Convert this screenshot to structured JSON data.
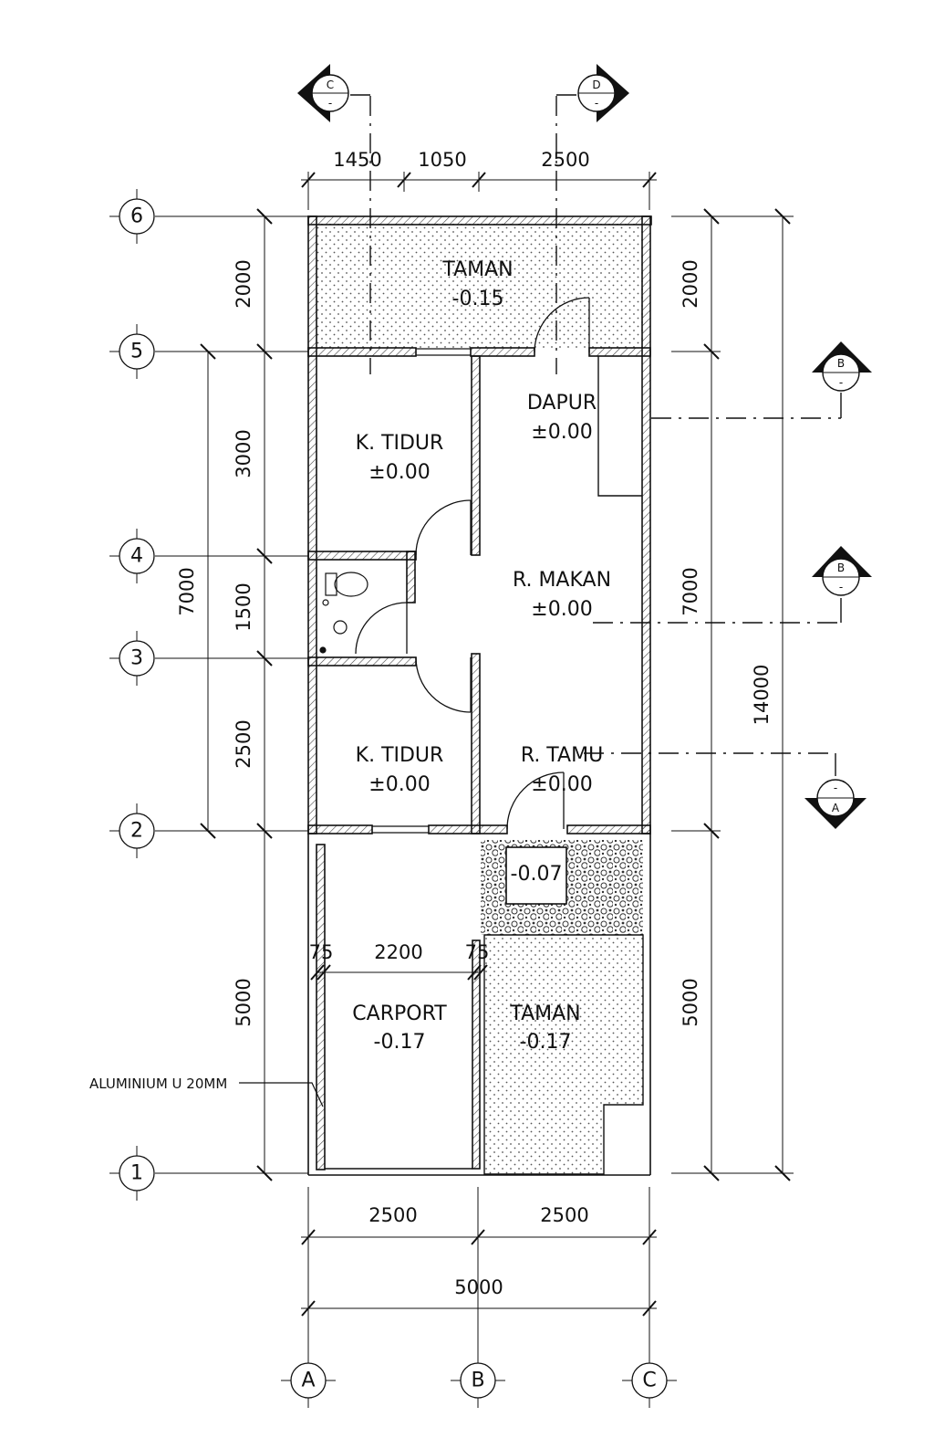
{
  "grid": {
    "rows": [
      "6",
      "5",
      "4",
      "3",
      "2",
      "1"
    ],
    "cols": [
      "A",
      "B",
      "C"
    ]
  },
  "rooms": {
    "taman_top": {
      "name": "TAMAN",
      "level": "-0.15"
    },
    "dapur": {
      "name": "DAPUR",
      "level": "±0.00"
    },
    "k_tidur_1": {
      "name": "K. TIDUR",
      "level": "±0.00"
    },
    "r_makan": {
      "name": "R. MAKAN",
      "level": "±0.00"
    },
    "k_tidur_2": {
      "name": "K. TIDUR",
      "level": "±0.00"
    },
    "r_tamu": {
      "name": "R. TAMU",
      "level": "±0.00"
    },
    "teras": {
      "level": "-0.07"
    },
    "carport": {
      "name": "CARPORT",
      "level": "-0.17"
    },
    "taman_front": {
      "name": "TAMAN",
      "level": "-0.17"
    }
  },
  "dimensions": {
    "top": [
      "1450",
      "1050",
      "2500"
    ],
    "left_inner": [
      "2000",
      "3000",
      "1500",
      "2500",
      "5000"
    ],
    "left_outer": "7000",
    "right_inner": [
      "2000",
      "7000",
      "5000"
    ],
    "right_outer": "14000",
    "bottom": [
      "2500",
      "2500"
    ],
    "bottom_total": "5000",
    "carport": [
      "75",
      "2200",
      "75"
    ]
  },
  "sections": {
    "c": {
      "letter": "C",
      "sub": "-"
    },
    "d": {
      "letter": "D",
      "sub": "-"
    },
    "b1": {
      "letter": "B",
      "sub": "-"
    },
    "b2": {
      "letter": "B",
      "sub": "-"
    },
    "a": {
      "letter": "A",
      "sub": "-"
    }
  },
  "notes": {
    "aluminium": "ALUMINIUM U 20MM"
  }
}
